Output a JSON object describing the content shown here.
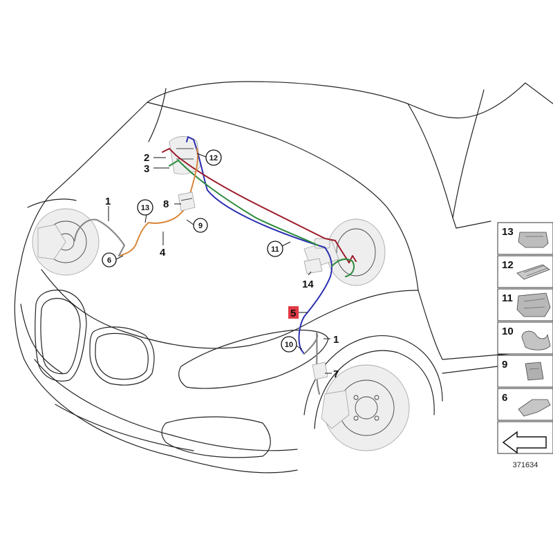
{
  "diagram": {
    "drawing_number": "371634",
    "callouts": [
      {
        "id": "c1a",
        "text": "1",
        "circled": false
      },
      {
        "id": "c1b",
        "text": "1",
        "circled": false
      },
      {
        "id": "c2",
        "text": "2",
        "circled": false
      },
      {
        "id": "c3",
        "text": "3",
        "circled": false
      },
      {
        "id": "c4",
        "text": "4",
        "circled": false
      },
      {
        "id": "c5",
        "text": "5",
        "circled": false,
        "highlighted": true
      },
      {
        "id": "c6",
        "text": "6",
        "circled": true
      },
      {
        "id": "c7",
        "text": "7",
        "circled": false
      },
      {
        "id": "c8",
        "text": "8",
        "circled": false
      },
      {
        "id": "c9",
        "text": "9",
        "circled": true
      },
      {
        "id": "c10",
        "text": "10",
        "circled": true
      },
      {
        "id": "c11",
        "text": "11",
        "circled": true
      },
      {
        "id": "c12",
        "text": "12",
        "circled": true
      },
      {
        "id": "c13",
        "text": "13",
        "circled": true
      },
      {
        "id": "c14",
        "text": "14",
        "circled": false
      }
    ],
    "parts_legend": [
      {
        "number": "13",
        "icon": "clip-13-icon"
      },
      {
        "number": "12",
        "icon": "pipe-holder-12-icon"
      },
      {
        "number": "11",
        "icon": "clip-11-icon"
      },
      {
        "number": "10",
        "icon": "clip-10-icon"
      },
      {
        "number": "9",
        "icon": "clip-9-icon"
      },
      {
        "number": "6",
        "icon": "bracket-6-icon"
      }
    ],
    "colors": {
      "line_blue": "#2b2fb0",
      "line_red": "#9b1c2a",
      "line_green": "#2a8a3a",
      "line_orange": "#d8873a",
      "highlight": "#e23a45",
      "outline": "#222222"
    }
  }
}
